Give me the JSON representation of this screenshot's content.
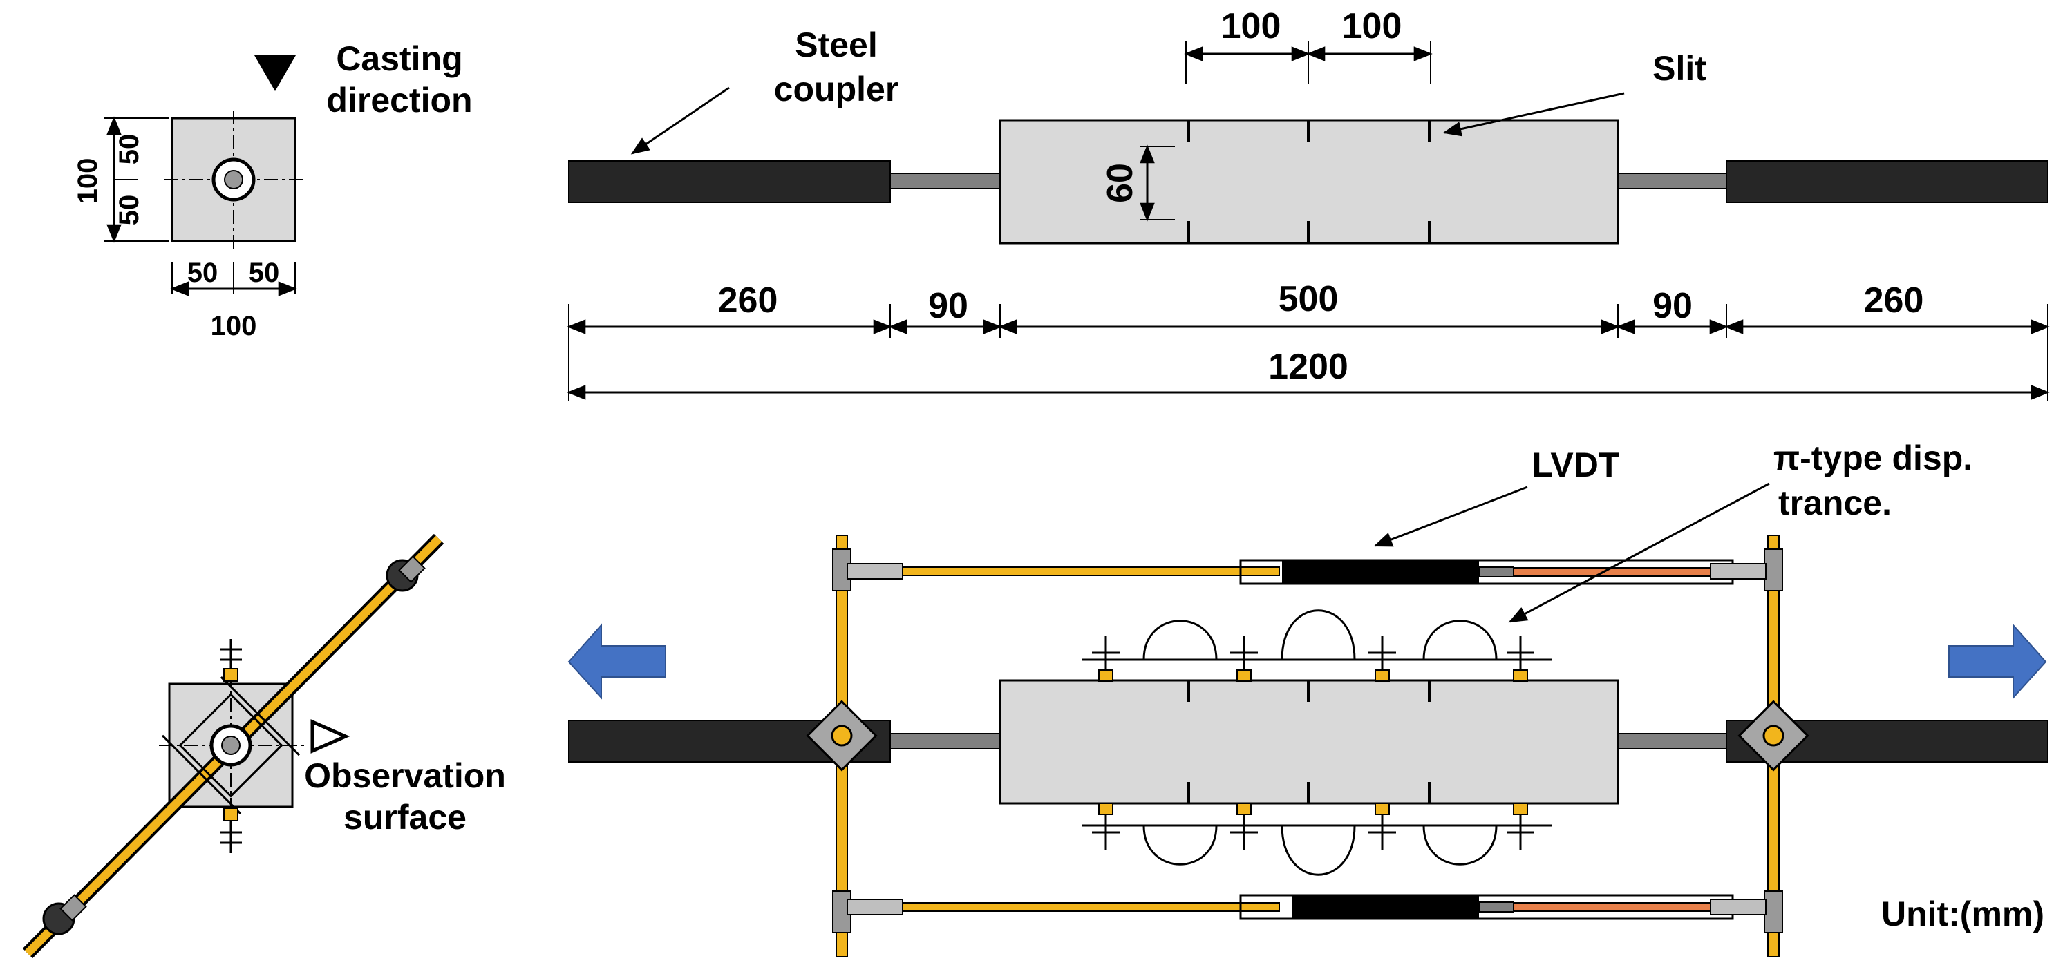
{
  "cross_section": {
    "casting_direction": [
      "Casting",
      "direction"
    ],
    "vertical_total": "100",
    "vertical_upper": "50",
    "vertical_lower": "50",
    "horizontal_left": "50",
    "horizontal_right": "50",
    "horizontal_total": "100"
  },
  "elevation": {
    "steel_coupler": [
      "Steel",
      "coupler"
    ],
    "slit": "Slit",
    "slit_spacing_left": "100",
    "slit_spacing_right": "100",
    "slit_height": "60",
    "dims": {
      "coupler_left": "260",
      "gap_left": "90",
      "specimen": "500",
      "gap_right": "90",
      "coupler_right": "260",
      "total": "1200"
    }
  },
  "setup": {
    "lvdt": "LVDT",
    "pi_type": [
      "π-type disp.",
      "trance."
    ],
    "observation_surface": [
      "Observation",
      "surface"
    ],
    "unit": "Unit:(mm)"
  },
  "colors": {
    "concrete": "#d9d9d9",
    "steel_coupler": "#262626",
    "rod": "#808080",
    "frame_bar": "#f2b51c",
    "lvdt_rod": "#e8804a",
    "arrow": "#4472c4"
  }
}
